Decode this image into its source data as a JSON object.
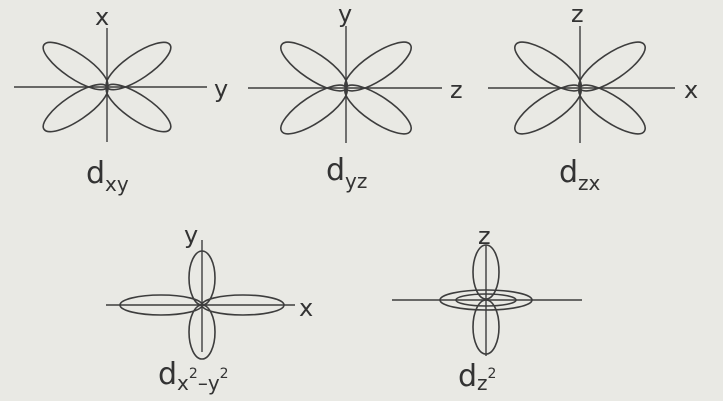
{
  "orbitals": [
    {
      "id": "dxy",
      "axes": {
        "vertical": "x",
        "horizontal": "y"
      },
      "caption": {
        "base": "d",
        "sub": "xy"
      }
    },
    {
      "id": "dyz",
      "axes": {
        "vertical": "y",
        "horizontal": "z"
      },
      "caption": {
        "base": "d",
        "sub": "yz"
      }
    },
    {
      "id": "dzx",
      "axes": {
        "vertical": "z",
        "horizontal": "x"
      },
      "caption": {
        "base": "d",
        "sub": "zx"
      }
    },
    {
      "id": "dx2-y2",
      "axes": {
        "vertical": "y",
        "horizontal": "x"
      },
      "caption": {
        "base": "d",
        "sub1": "x",
        "sup1": "2",
        "dash": "–",
        "sub2": "y",
        "sup2": "2"
      }
    },
    {
      "id": "dz2",
      "axes": {
        "vertical": "z"
      },
      "caption": {
        "base": "d",
        "sub": "z",
        "sup": "2"
      }
    }
  ],
  "colors": {
    "ink": "#3d3d3d",
    "paper": "#e9e9e4"
  }
}
